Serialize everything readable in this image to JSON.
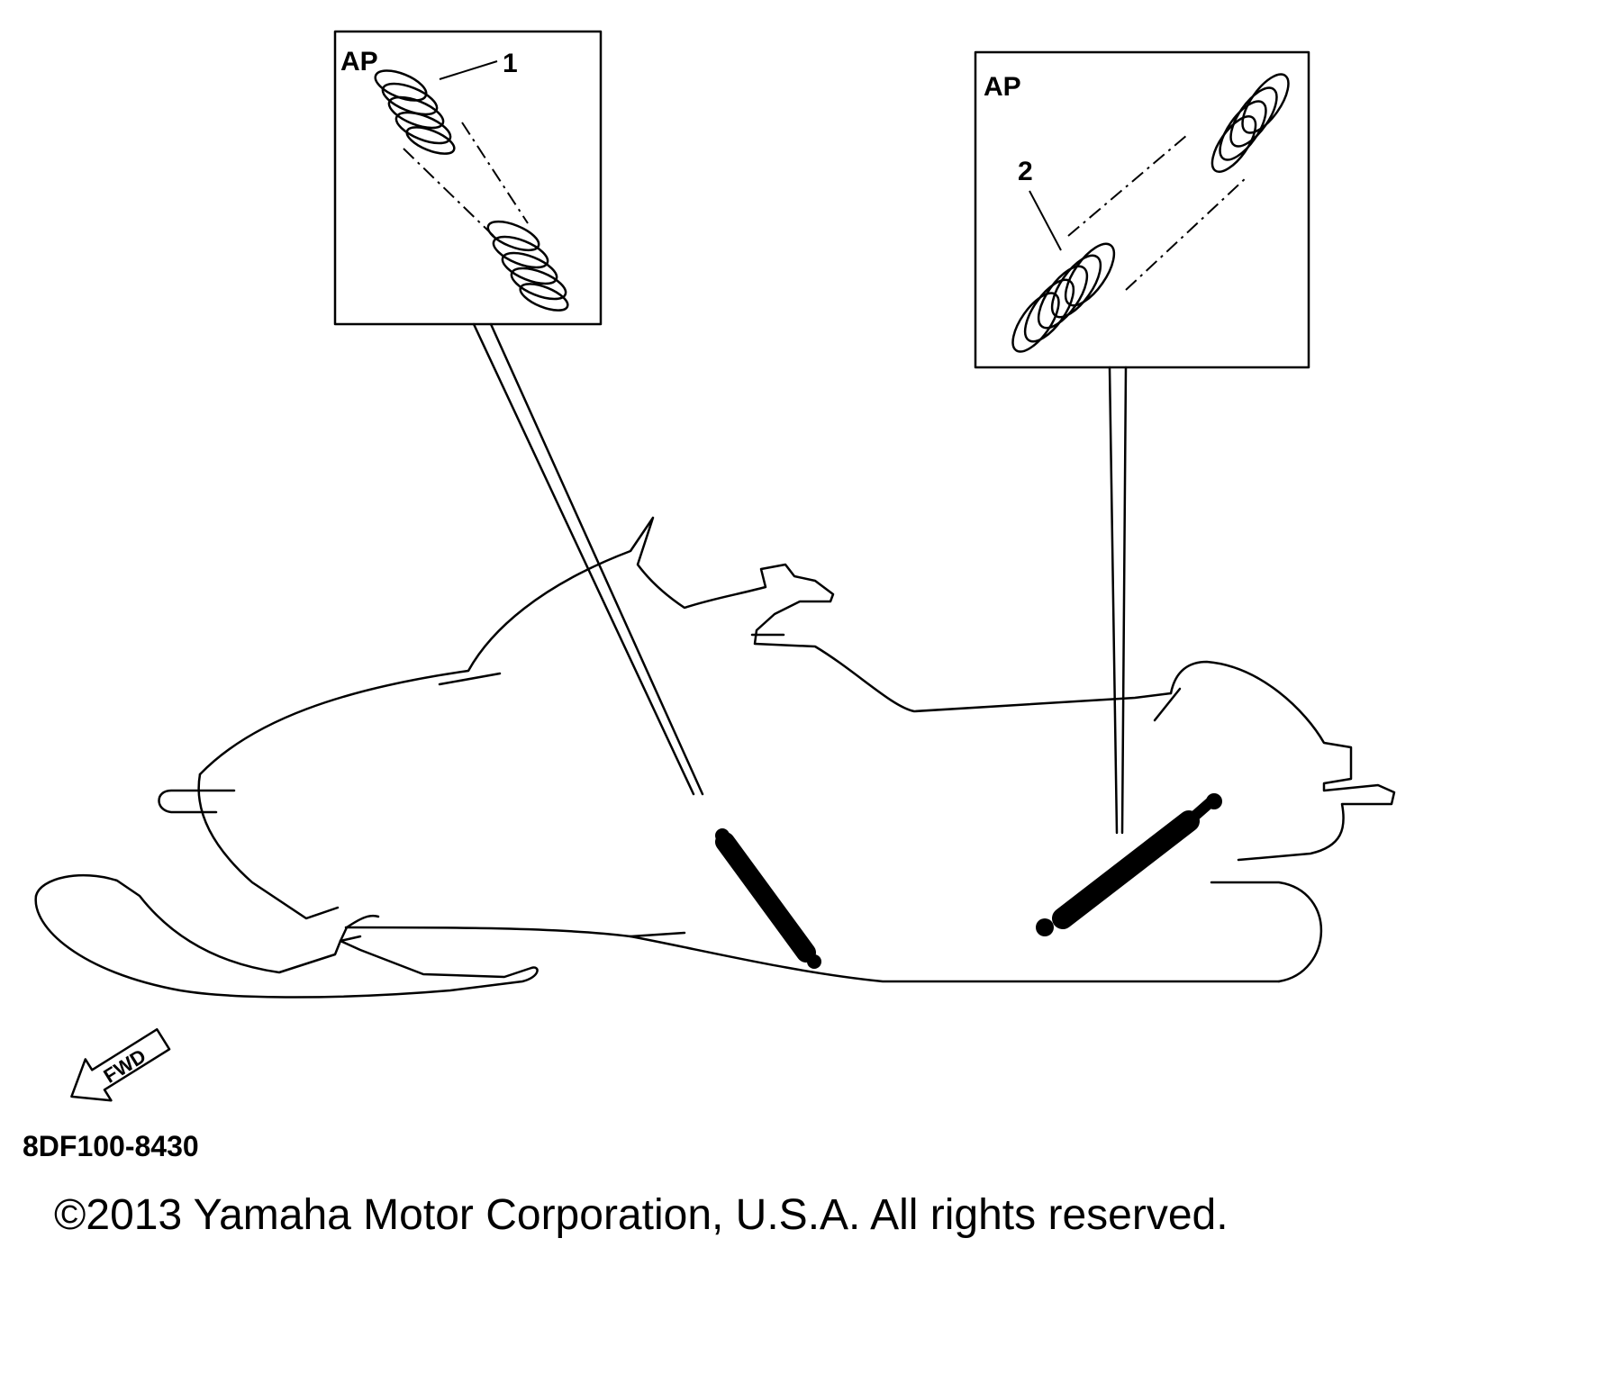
{
  "inset_left": {
    "tag": "AP",
    "callout": "1"
  },
  "inset_right": {
    "tag": "AP",
    "callout": "2"
  },
  "direction_arrow": {
    "label": "FWD"
  },
  "diagram_code": "8DF100-8430",
  "copyright": "©2013 Yamaha Motor Corporation, U.S.A. All rights reserved."
}
